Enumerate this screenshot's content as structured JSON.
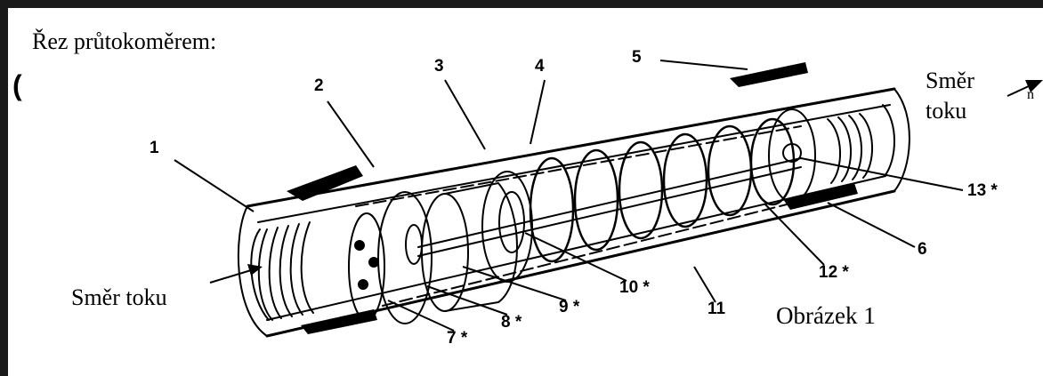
{
  "title": "Řez průtokoměrem:",
  "paren": "(",
  "flow_out": {
    "line1": "Směr",
    "line2": "toku"
  },
  "flow_in": "Směr toku",
  "caption": "Obrázek 1",
  "corner_glyph": "n",
  "labels": {
    "n1": "1",
    "n2": "2",
    "n3": "3",
    "n4": "4",
    "n5": "5",
    "n6": "6",
    "n7": "7 *",
    "n8": "8 *",
    "n9": "9 *",
    "n10": "10 *",
    "n11": "11",
    "n12": "12 *",
    "n13": "13 *"
  }
}
